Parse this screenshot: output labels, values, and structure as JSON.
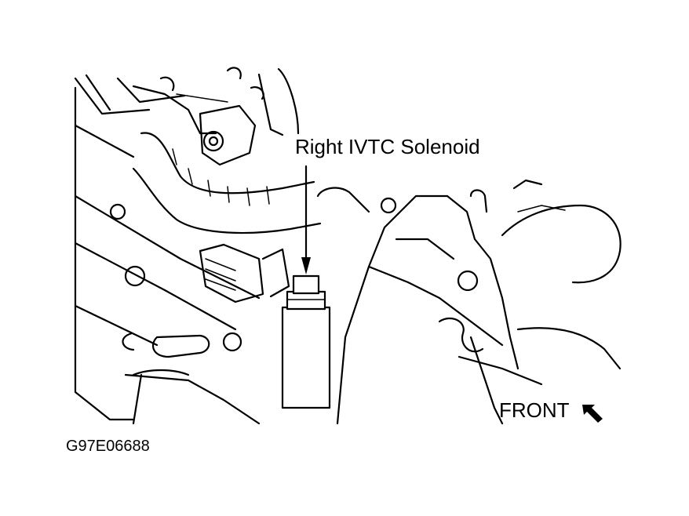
{
  "callout": {
    "label": "Right IVTC Solenoid"
  },
  "direction": {
    "label": "FRONT",
    "icon": "front-arrow-icon"
  },
  "figure_id": "G97E06688",
  "colors": {
    "ink": "#000000",
    "paper": "#ffffff"
  }
}
